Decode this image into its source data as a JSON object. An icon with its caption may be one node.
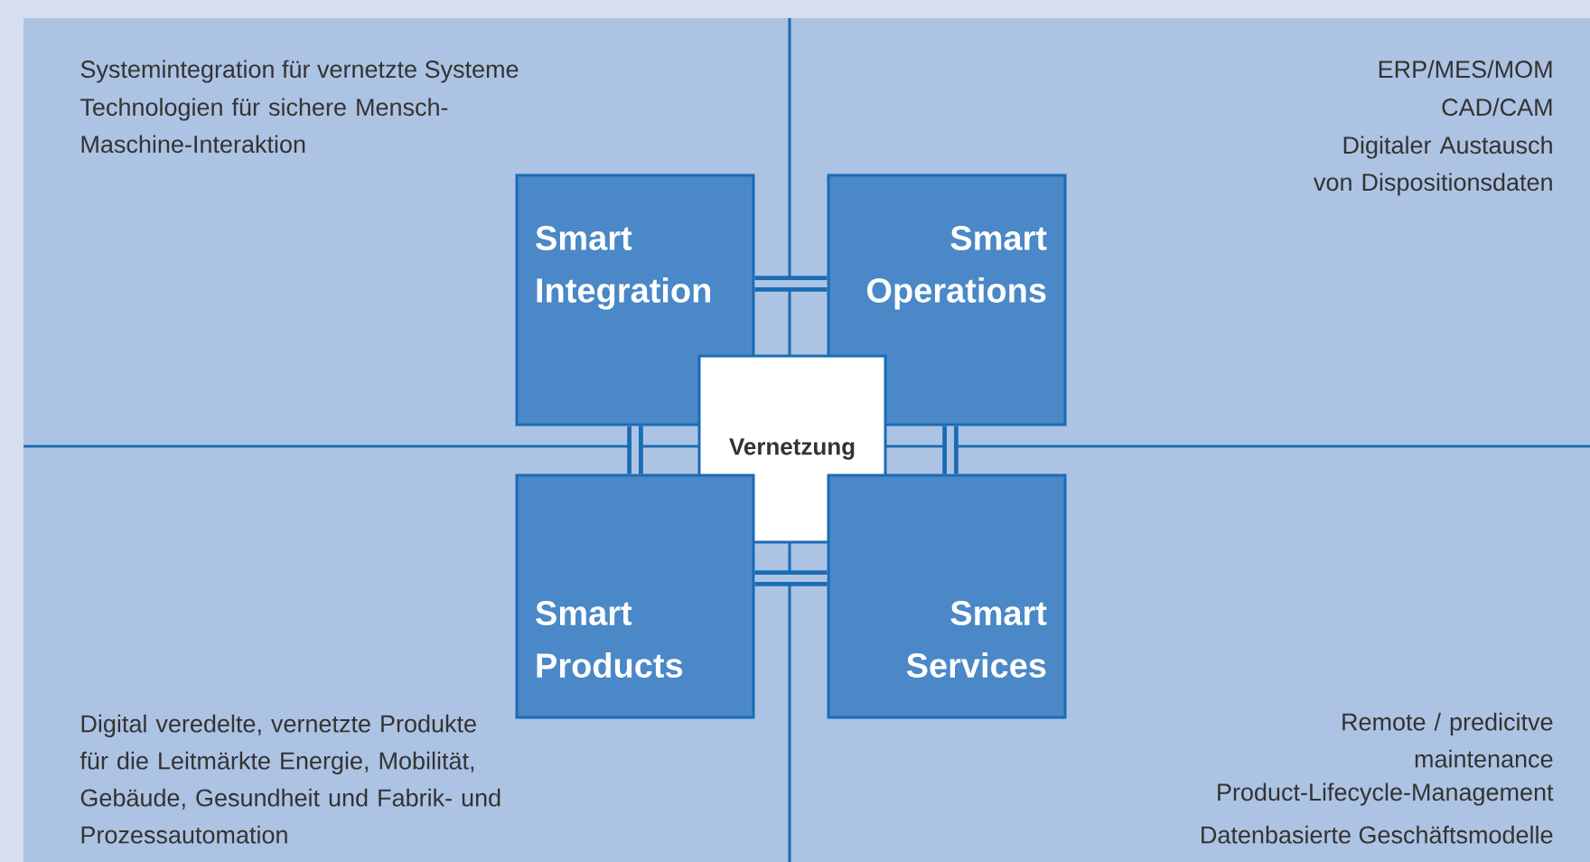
{
  "diagram": {
    "nodes": [
      {
        "text": [
          "Smart Integration"
        ]
      },
      {
        "text": [
          "Smart Operations"
        ]
      },
      {
        "text": [
          "Vernetzung"
        ]
      },
      {
        "text": [
          "Smart Products"
        ]
      },
      {
        "text": [
          "Smart Services"
        ]
      }
    ],
    "edges": [
      {
        "from": 0,
        "to": 1,
        "arrow": "none"
      },
      {
        "from": 0,
        "to": 3,
        "arrow": "none"
      },
      {
        "from": 1,
        "to": 4,
        "arrow": "none"
      },
      {
        "from": 3,
        "to": 4,
        "arrow": "none"
      }
    ],
    "labels": [
      "Systemintegration für vernetzte Systeme",
      "Technologien für sichere Mensch-Maschine-Interaktion",
      "ERP/MES/MOM",
      "CAD/CAM",
      "Digitaler Austausch von Dispositionsdaten",
      "Digital veredelte, vernetzte Produkte für die Leitmärkte Energie, Mobilität, Gebäude, Gesundheit und Fabrik- und Prozessautomation",
      "Remote / predicitve maintenance",
      "Product-Lifecycle-Management",
      "Datenbasierte Geschäftsmodelle"
    ]
  }
}
